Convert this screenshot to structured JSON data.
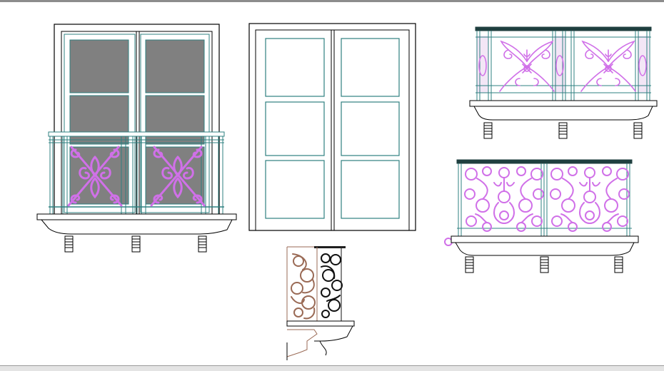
{
  "drawing": {
    "colors": {
      "background": "#ffffff",
      "line": "#000000",
      "frame_teal": "#2f8080",
      "glass_gray": "#808080",
      "ornament_magenta": "#d070e8",
      "ornament_brown": "#9a6a55",
      "ornament_black": "#111111",
      "rail_top": "#1f3f3f"
    },
    "elements": [
      {
        "id": "french-window-with-juliet-balcony",
        "kind": "window with railing"
      },
      {
        "id": "double-door-six-panel",
        "kind": "door"
      },
      {
        "id": "balcony-butterfly-railing",
        "kind": "balcony"
      },
      {
        "id": "balcony-scroll-railing",
        "kind": "balcony"
      },
      {
        "id": "balcony-side-section",
        "kind": "section detail"
      }
    ]
  },
  "statusbar": {
    "coord_readout": "",
    "status_line_color": "#9a9a9a"
  }
}
